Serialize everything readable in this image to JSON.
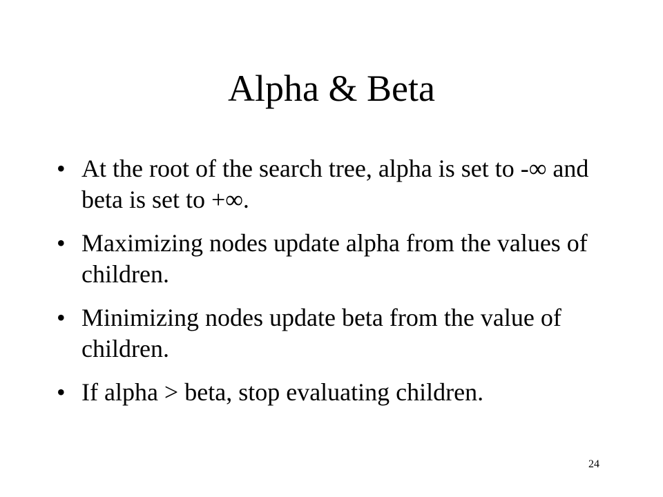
{
  "slide": {
    "title": "Alpha & Beta",
    "bullet_marker": "•",
    "bullets": [
      {
        "text": "At the root of the search tree, alpha is set to -∞ and beta is set to +∞."
      },
      {
        "text": "Maximizing nodes update alpha from the values of children."
      },
      {
        "text": "Minimizing nodes update beta from the value of children."
      },
      {
        "text": "If alpha > beta, stop evaluating children."
      }
    ],
    "page_number": "24"
  }
}
